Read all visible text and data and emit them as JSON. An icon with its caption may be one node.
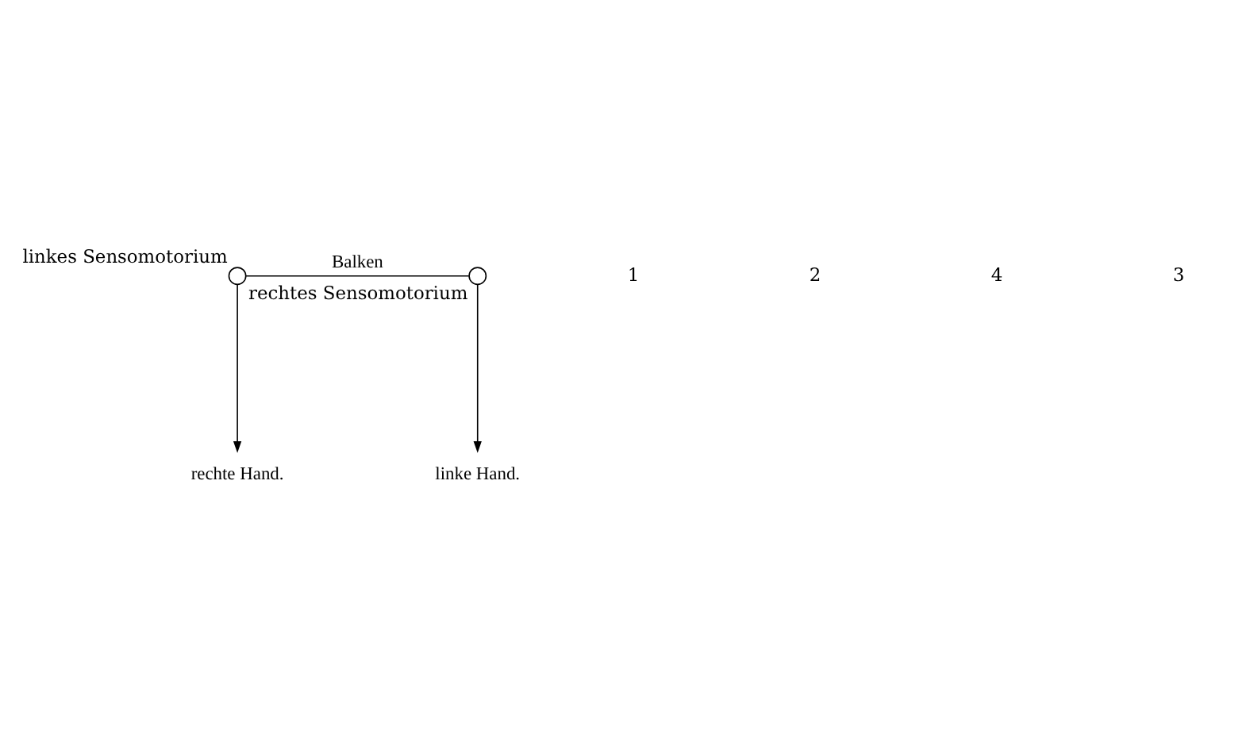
{
  "diagram": {
    "nodes": [
      {
        "text": [],
        "shape": "circle",
        "beside": [
          "linkes Sensomotorium"
        ]
      },
      {
        "text": [],
        "shape": "circle",
        "beside": [
          "rechtes Sensomotorium"
        ]
      },
      {
        "text": [
          "linke Hand."
        ]
      },
      {
        "text": [
          "rechte Hand."
        ]
      }
    ],
    "edges": [
      {
        "from": 0,
        "to": 1,
        "arrow": "none",
        "label": "Balken"
      },
      {
        "from": 0,
        "to": 3,
        "arrow": "to"
      },
      {
        "from": 1,
        "to": 2,
        "arrow": "to"
      }
    ],
    "labels": [
      "1",
      "2",
      "4",
      "3"
    ]
  }
}
